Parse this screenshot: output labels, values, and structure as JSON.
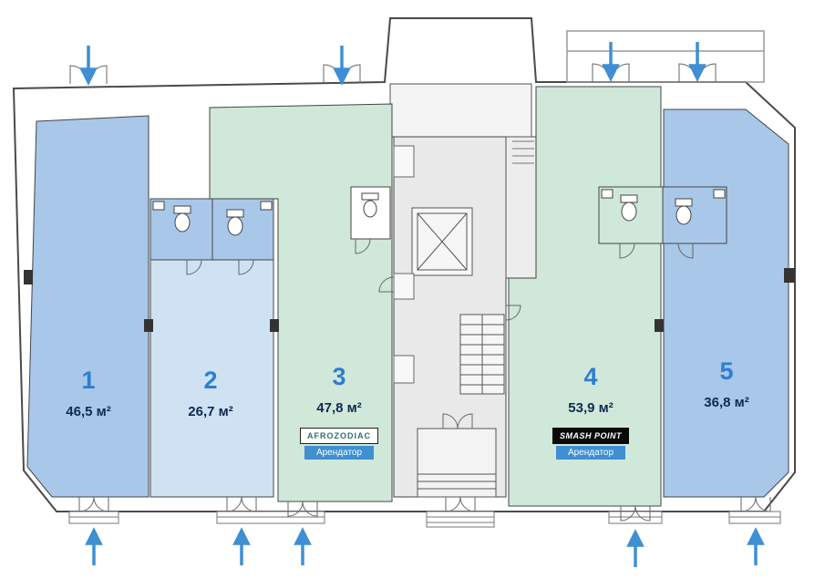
{
  "colors": {
    "unit_blue": "#a9c7e8",
    "unit_light_blue": "#cfe2f3",
    "unit_green": "#cfe8d9",
    "core_gray": "#e9e9e9",
    "service_gray": "#ededed",
    "tower_gray": "#f4f4f4",
    "arrow_blue": "#3f8fd2",
    "number_blue": "#2d7dd2",
    "area_text": "#0f2a50",
    "tenant_badge_bg": "#3f8fd2"
  },
  "units": [
    {
      "number": "1",
      "area": "46,5 м²"
    },
    {
      "number": "2",
      "area": "26,7 м²"
    },
    {
      "number": "3",
      "area": "47,8 м²",
      "tenant_name": "AFROZODIAC",
      "tenant_label": "Арендатор"
    },
    {
      "number": "4",
      "area": "53,9 м²",
      "tenant_name": "SMASH POINT",
      "tenant_label": "Арендатор"
    },
    {
      "number": "5",
      "area": "36,8 м²"
    }
  ],
  "arrows": {
    "top_count": 4,
    "bottom_count": 5
  }
}
